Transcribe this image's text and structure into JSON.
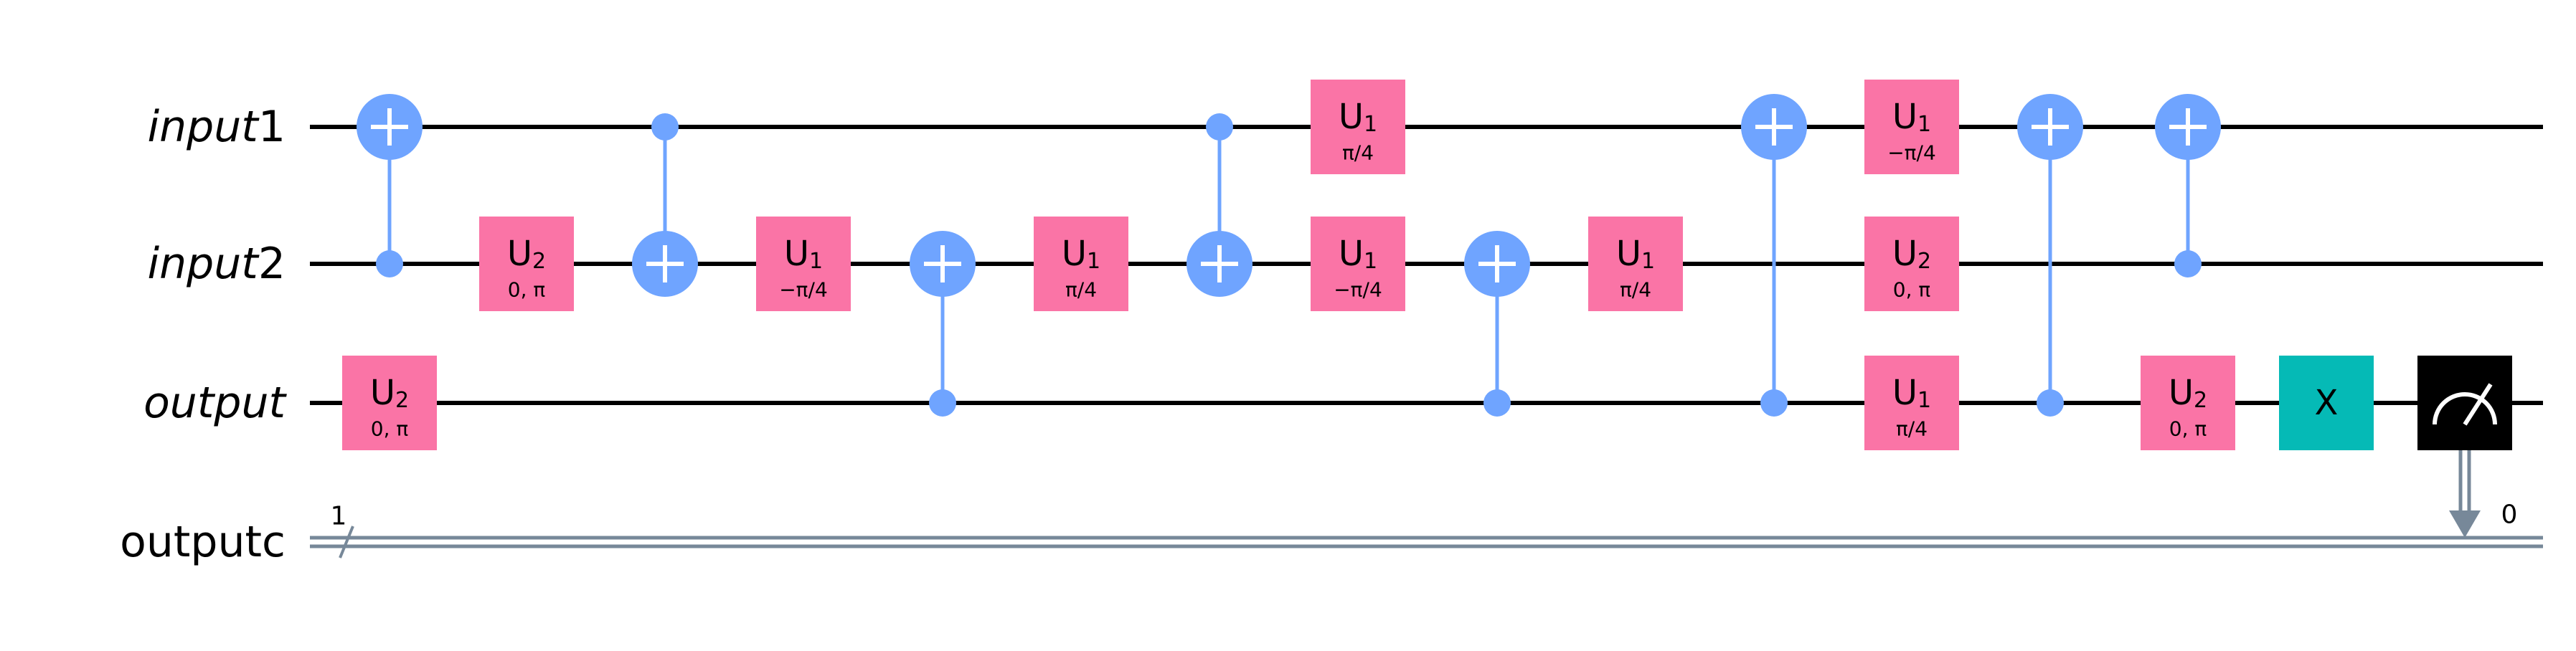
{
  "circuit": {
    "qubits": [
      {
        "id": "q0",
        "label_base": "input",
        "label_idx": "1"
      },
      {
        "id": "q1",
        "label_base": "input",
        "label_idx": "2"
      },
      {
        "id": "q2",
        "label_base": "output",
        "label_idx": ""
      }
    ],
    "clbits": [
      {
        "id": "c0",
        "label": "outputc",
        "width_label": "1"
      }
    ],
    "colors": {
      "wire": "#000000",
      "clbit_wire": "#778899",
      "control": "#6fa4ff",
      "u_gate": "#fa74a6",
      "x_gate": "#05bab6",
      "measure_bg": "#000000",
      "measure_fg": "#ffffff"
    },
    "gates": [
      {
        "type": "cx",
        "col": 1,
        "ctrl": "q1",
        "tgt": "q0"
      },
      {
        "type": "u",
        "col": 1,
        "q": "q2",
        "name": "U",
        "sub": "2",
        "param": "0, π"
      },
      {
        "type": "u",
        "col": 2,
        "q": "q1",
        "name": "U",
        "sub": "2",
        "param": "0, π"
      },
      {
        "type": "cx",
        "col": 3,
        "ctrl": "q0",
        "tgt": "q1"
      },
      {
        "type": "u",
        "col": 4,
        "q": "q1",
        "name": "U",
        "sub": "1",
        "param": "−π/4"
      },
      {
        "type": "cx",
        "col": 5,
        "ctrl": "q2",
        "tgt": "q1"
      },
      {
        "type": "u",
        "col": 6,
        "q": "q1",
        "name": "U",
        "sub": "1",
        "param": "π/4"
      },
      {
        "type": "cx",
        "col": 7,
        "ctrl": "q0",
        "tgt": "q1"
      },
      {
        "type": "u",
        "col": 8,
        "q": "q0",
        "name": "U",
        "sub": "1",
        "param": "π/4"
      },
      {
        "type": "u",
        "col": 8,
        "q": "q1",
        "name": "U",
        "sub": "1",
        "param": "−π/4"
      },
      {
        "type": "cx",
        "col": 9,
        "ctrl": "q2",
        "tgt": "q1"
      },
      {
        "type": "u",
        "col": 10,
        "q": "q1",
        "name": "U",
        "sub": "1",
        "param": "π/4"
      },
      {
        "type": "cx",
        "col": 11,
        "ctrl": "q2",
        "tgt": "q0"
      },
      {
        "type": "u",
        "col": 12,
        "q": "q0",
        "name": "U",
        "sub": "1",
        "param": "−π/4"
      },
      {
        "type": "u",
        "col": 12,
        "q": "q1",
        "name": "U",
        "sub": "2",
        "param": "0, π"
      },
      {
        "type": "u",
        "col": 12,
        "q": "q2",
        "name": "U",
        "sub": "1",
        "param": "π/4"
      },
      {
        "type": "cx",
        "col": 13,
        "ctrl": "q2",
        "tgt": "q0"
      },
      {
        "type": "cx",
        "col": 14,
        "ctrl": "q1",
        "tgt": "q0"
      },
      {
        "type": "u",
        "col": 14,
        "q": "q2",
        "name": "U",
        "sub": "2",
        "param": "0, π"
      },
      {
        "type": "x",
        "col": 15,
        "q": "q2",
        "name": "X"
      },
      {
        "type": "measure",
        "col": 16,
        "q": "q2",
        "cbit": "c0",
        "cbit_index": "0"
      }
    ]
  }
}
